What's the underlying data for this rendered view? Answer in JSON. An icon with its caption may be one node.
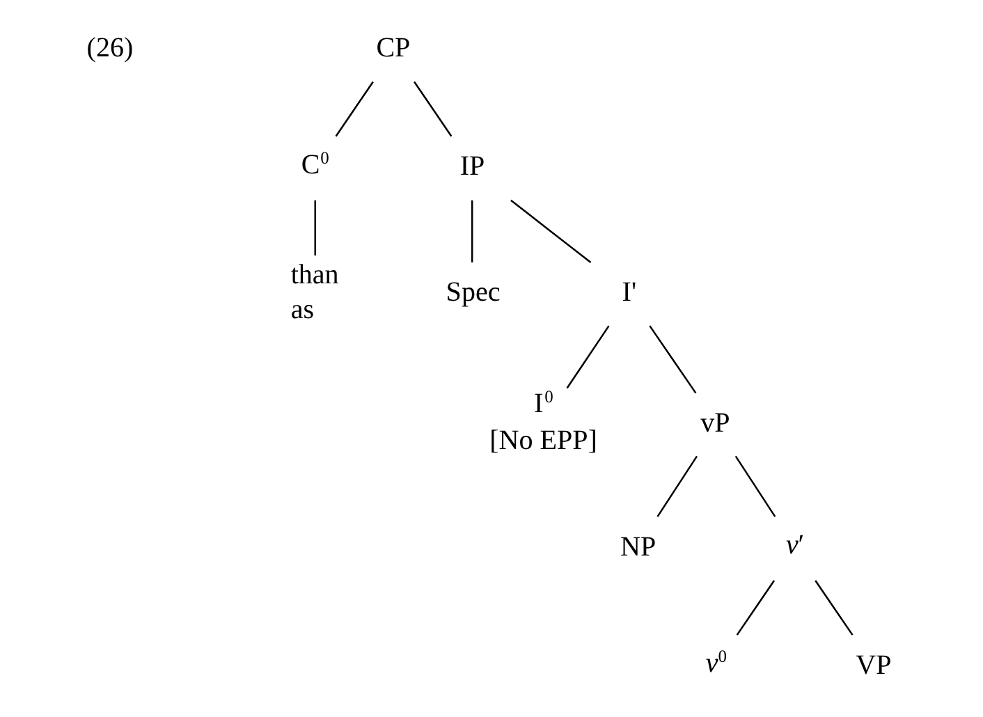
{
  "diagram": {
    "nodes": [
      {
        "text": [
          "CP"
        ]
      },
      {
        "text": [
          "C$^{0}$"
        ]
      },
      {
        "text": [
          "IP"
        ]
      },
      {
        "text": [
          "than",
          "as"
        ]
      },
      {
        "text": [
          "Spec"
        ]
      },
      {
        "text": [
          "I'"
        ]
      },
      {
        "text": [
          "I$^{0}$"
        ],
        "beside": [
          "[No EPP]"
        ]
      },
      {
        "text": [
          "vP"
        ]
      },
      {
        "text": [
          "NP"
        ]
      },
      {
        "text": [
          "*v*′"
        ]
      },
      {
        "text": [
          "*v*$^{0}$"
        ]
      },
      {
        "text": [
          "VP"
        ]
      }
    ],
    "edges": [
      {
        "from": 0,
        "to": 1,
        "arrow": "none"
      },
      {
        "from": 0,
        "to": 2,
        "arrow": "none"
      },
      {
        "from": 1,
        "to": 3,
        "arrow": "none"
      },
      {
        "from": 2,
        "to": 4,
        "arrow": "none"
      },
      {
        "from": 2,
        "to": 5,
        "arrow": "none"
      },
      {
        "from": 5,
        "to": 6,
        "arrow": "none"
      },
      {
        "from": 5,
        "to": 7,
        "arrow": "none"
      },
      {
        "from": 7,
        "to": 8,
        "arrow": "none"
      },
      {
        "from": 7,
        "to": 9,
        "arrow": "none"
      },
      {
        "from": 9,
        "to": 10,
        "arrow": "none"
      },
      {
        "from": 9,
        "to": 11,
        "arrow": "none"
      }
    ],
    "labels": [
      "(26)"
    ]
  }
}
